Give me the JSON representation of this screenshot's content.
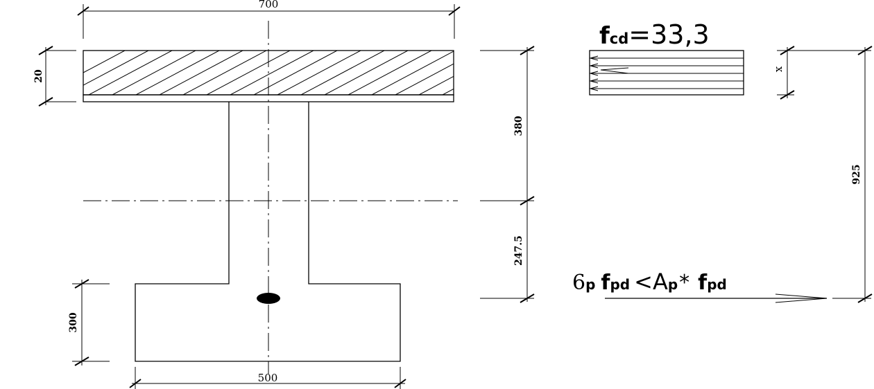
{
  "dimensions": {
    "flange_width": "700",
    "base_width": "500",
    "flange_thickness": "20",
    "top_to_axis": "380",
    "axis_to_tendon": "247.5",
    "base_height": "300",
    "block_depth": "x",
    "total_depth": "925"
  },
  "stress_block": {
    "label_main": "f",
    "label_sub": "cd",
    "label_value": "=33,3"
  },
  "tendon_force": {
    "sigma": "6",
    "sigma_sub": "p",
    "f1": "f",
    "f1_sub": "pd",
    "relation": "<A",
    "a_sub": "p",
    "star": "*",
    "f2": "f",
    "f2_sub": "pd"
  }
}
